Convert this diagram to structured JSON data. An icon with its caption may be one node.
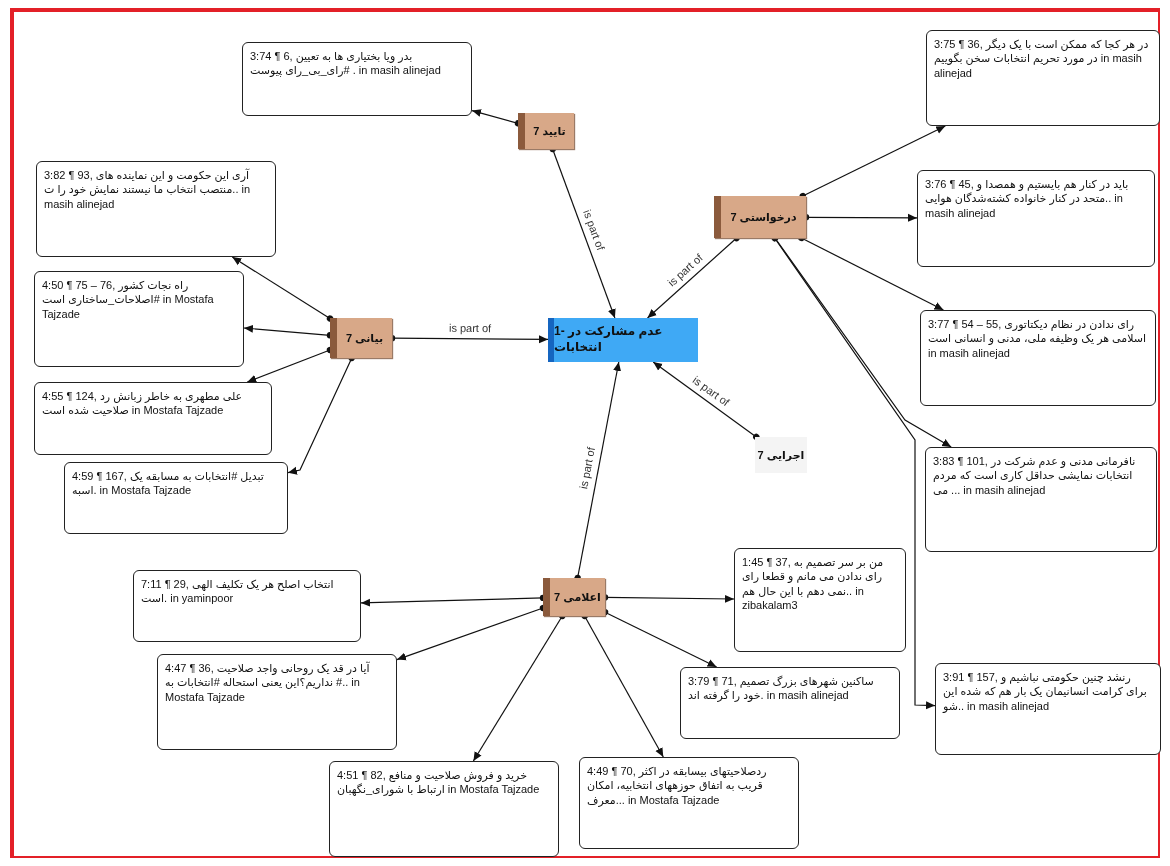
{
  "diagram": {
    "nodes": [
      {
        "text": [
          "1- عدم مشارکت در انتخابات"
        ]
      },
      {
        "text": [
          "تایید 7"
        ]
      },
      {
        "text": [
          "درخواستی 7"
        ]
      },
      {
        "text": [
          "بیانی 7"
        ]
      },
      {
        "text": [
          "اجرایی 7"
        ]
      },
      {
        "text": [
          "اعلامی 7"
        ]
      },
      {
        "text": [
          "3:74 ¶ 6, بدر ویا بختیاری ها به تعیین #رای_بی_رای پیوست . in masih alinejad"
        ]
      },
      {
        "text": [
          "3:75 ¶ 36, در هر کجا که ممکن است با یک دیگر در مورد تحریم انتخابات سخن بگوییم in masih alinejad"
        ]
      },
      {
        "text": [
          "3:76 ¶ 45, باید در کنار هم بایستیم و همصدا و متحد در کنار خانواده کشته‌شدگان هوایی.. in masih alinejad"
        ]
      },
      {
        "text": [
          "3:82 ¶ 93, آری این حکومت و این نماینده های منتصب انتخاب ما نیستند نمایش خود را ت.. in masih alinejad"
        ]
      },
      {
        "text": [
          "3:77 ¶ 54 – 55, رای ندادن در نظام دیکتاتوری اسلامی هر یک وظیفه ملی، مدنی و انسانی است in masih alinejad"
        ]
      },
      {
        "text": [
          "4:50 ¶ 75 – 76, راه نجات کشور #اصلاحات_ساختاری است in Mostafa Tajzade"
        ]
      },
      {
        "text": [
          "4:55 ¶ 124, علی مطهری به خاطر زبانش رد صلاحیت شده است in Mostafa Tajzade"
        ]
      },
      {
        "text": [
          "3:83 ¶ 101, نافرمانی مدنی و عدم شرکت در انتخابات نمایشی حداقل کاری است که مردم می ... in masih alinejad"
        ]
      },
      {
        "text": [
          "4:59 ¶ 167, تبدیل #انتخابات به مسابقه یک اسبه. in Mostafa Tajzade"
        ]
      },
      {
        "text": [
          "7:11 ¶ 29, انتخاب اصلح هر یک تکلیف الهی است. in yaminpoor"
        ]
      },
      {
        "text": [
          "1:45 ¶ 37, من بر سر تصمیم به رای ندادن می مانم و قطعا رای نمی دهم با این حال هم.. in zibakalam3"
        ]
      },
      {
        "text": [
          "4:47 ¶ 36, آیا در قد یک روحانی واجد صلاحیت نداریم؟این یعنی استحاله #انتخابات به #.. in Mostafa Tajzade"
        ]
      },
      {
        "text": [
          "3:91 ¶ 157, رنشد چنین حکومتی نباشیم و برای کرامت انسانیمان یک بار هم که شده این شو.. in masih alinejad"
        ]
      },
      {
        "text": [
          "3:79 ¶ 71, ساکنین شهرهای بزرگ تصمیم خود را گرفته اند. in masih alinejad"
        ]
      },
      {
        "text": [
          "4:51 ¶ 82, خرید و فروش صلاحیت و منافع ارتباط با شورای_نگهبان in Mostafa Tajzade"
        ]
      },
      {
        "text": [
          "4:49 ¶ 70, ردصلاحیتهای بیسابقه در اکثر قریب به اتفاق حوزههای انتخابیه، امکان معرف... in Mostafa Tajzade"
        ]
      }
    ],
    "edges": [
      {
        "from": 1,
        "to": 0,
        "arrow": "to",
        "label": "is part of"
      },
      {
        "from": 2,
        "to": 0,
        "arrow": "to",
        "label": "is part of"
      },
      {
        "from": 3,
        "to": 0,
        "arrow": "to",
        "label": "is part of"
      },
      {
        "from": 4,
        "to": 0,
        "arrow": "to",
        "label": "is part of"
      },
      {
        "from": 5,
        "to": 0,
        "arrow": "to",
        "label": "is part of"
      },
      {
        "from": 1,
        "to": 6,
        "arrow": "to"
      },
      {
        "from": 2,
        "to": 7,
        "arrow": "to"
      },
      {
        "from": 2,
        "to": 8,
        "arrow": "to"
      },
      {
        "from": 2,
        "to": 10,
        "arrow": "to"
      },
      {
        "from": 2,
        "to": 13,
        "arrow": "to"
      },
      {
        "from": 2,
        "to": 18,
        "arrow": "to"
      },
      {
        "from": 3,
        "to": 9,
        "arrow": "to"
      },
      {
        "from": 3,
        "to": 11,
        "arrow": "to"
      },
      {
        "from": 3,
        "to": 12,
        "arrow": "to"
      },
      {
        "from": 3,
        "to": 14,
        "arrow": "to"
      },
      {
        "from": 5,
        "to": 15,
        "arrow": "to"
      },
      {
        "from": 5,
        "to": 16,
        "arrow": "to"
      },
      {
        "from": 5,
        "to": 17,
        "arrow": "to"
      },
      {
        "from": 5,
        "to": 19,
        "arrow": "to"
      },
      {
        "from": 5,
        "to": 20,
        "arrow": "to"
      },
      {
        "from": 5,
        "to": 21,
        "arrow": "to"
      }
    ]
  }
}
